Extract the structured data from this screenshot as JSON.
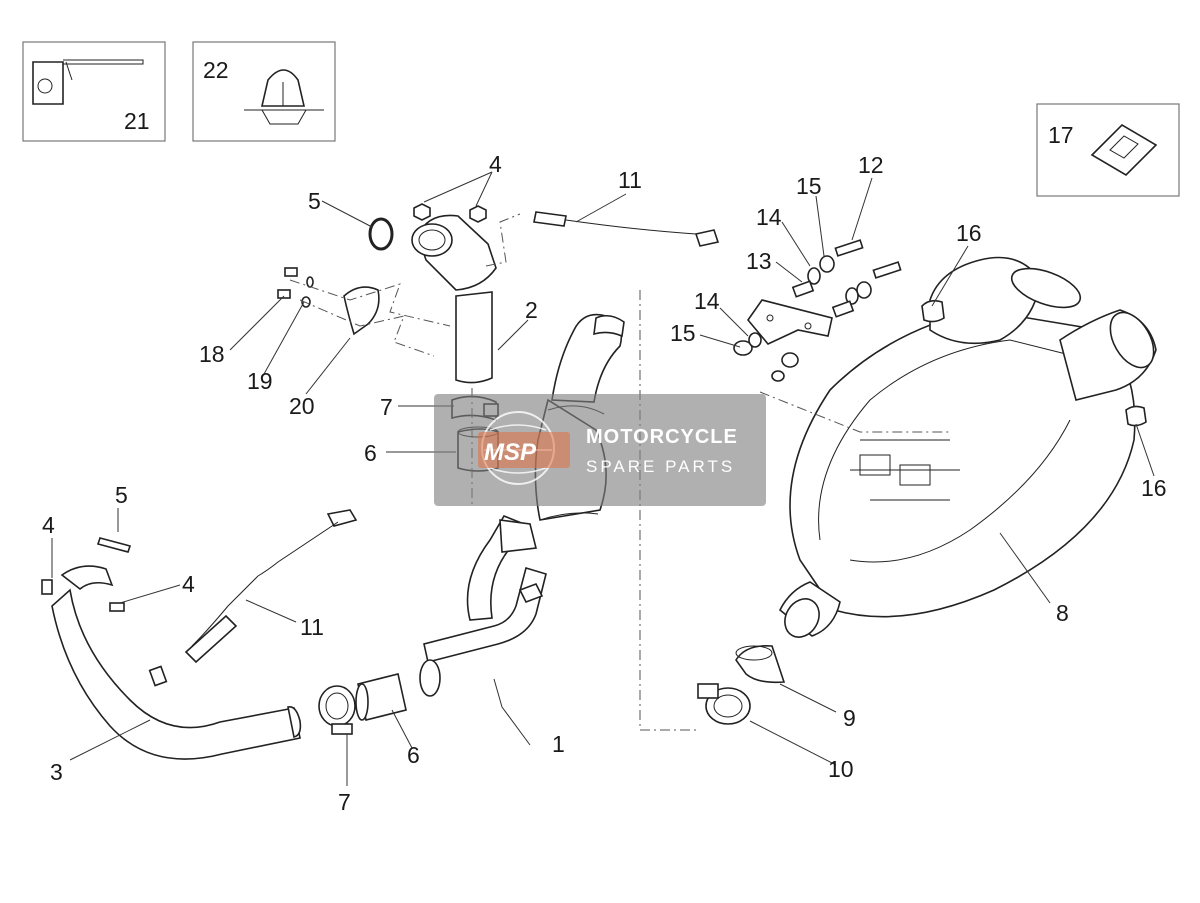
{
  "diagram": {
    "callouts": [
      {
        "id": "c1",
        "text": "1"
      },
      {
        "id": "c2",
        "text": "2"
      },
      {
        "id": "c3",
        "text": "3"
      },
      {
        "id": "c4a",
        "text": "4"
      },
      {
        "id": "c4b",
        "text": "4"
      },
      {
        "id": "c4c",
        "text": "4"
      },
      {
        "id": "c5a",
        "text": "5"
      },
      {
        "id": "c5b",
        "text": "5"
      },
      {
        "id": "c6a",
        "text": "6"
      },
      {
        "id": "c6b",
        "text": "6"
      },
      {
        "id": "c7a",
        "text": "7"
      },
      {
        "id": "c7b",
        "text": "7"
      },
      {
        "id": "c8",
        "text": "8"
      },
      {
        "id": "c9",
        "text": "9"
      },
      {
        "id": "c10",
        "text": "10"
      },
      {
        "id": "c11a",
        "text": "11"
      },
      {
        "id": "c11b",
        "text": "11"
      },
      {
        "id": "c12",
        "text": "12"
      },
      {
        "id": "c13",
        "text": "13"
      },
      {
        "id": "c14a",
        "text": "14"
      },
      {
        "id": "c14b",
        "text": "14"
      },
      {
        "id": "c15a",
        "text": "15"
      },
      {
        "id": "c15b",
        "text": "15"
      },
      {
        "id": "c16a",
        "text": "16"
      },
      {
        "id": "c16b",
        "text": "16"
      },
      {
        "id": "c17",
        "text": "17"
      },
      {
        "id": "c18",
        "text": "18"
      },
      {
        "id": "c19",
        "text": "19"
      },
      {
        "id": "c20",
        "text": "20"
      },
      {
        "id": "c21",
        "text": "21"
      },
      {
        "id": "c22",
        "text": "22"
      }
    ]
  },
  "watermark": {
    "logo_text": "MSP",
    "line1": "MOTORCYCLE",
    "line2": "SPARE PARTS"
  }
}
